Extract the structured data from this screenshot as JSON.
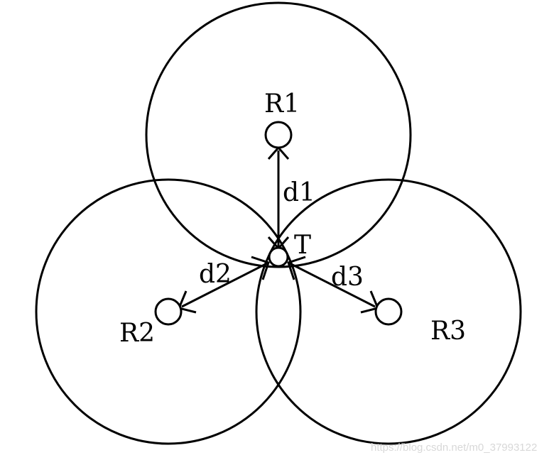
{
  "diagram": {
    "labels": {
      "r1": "R1",
      "r2": "R2",
      "r3": "R3",
      "t": "T",
      "d1": "d1",
      "d2": "d2",
      "d3": "d3"
    },
    "watermark": "https://blog.csdn.net/m0_37993122",
    "colors": {
      "stroke": "#000000",
      "background": "#ffffff",
      "watermark": "#d8d8d8"
    }
  }
}
